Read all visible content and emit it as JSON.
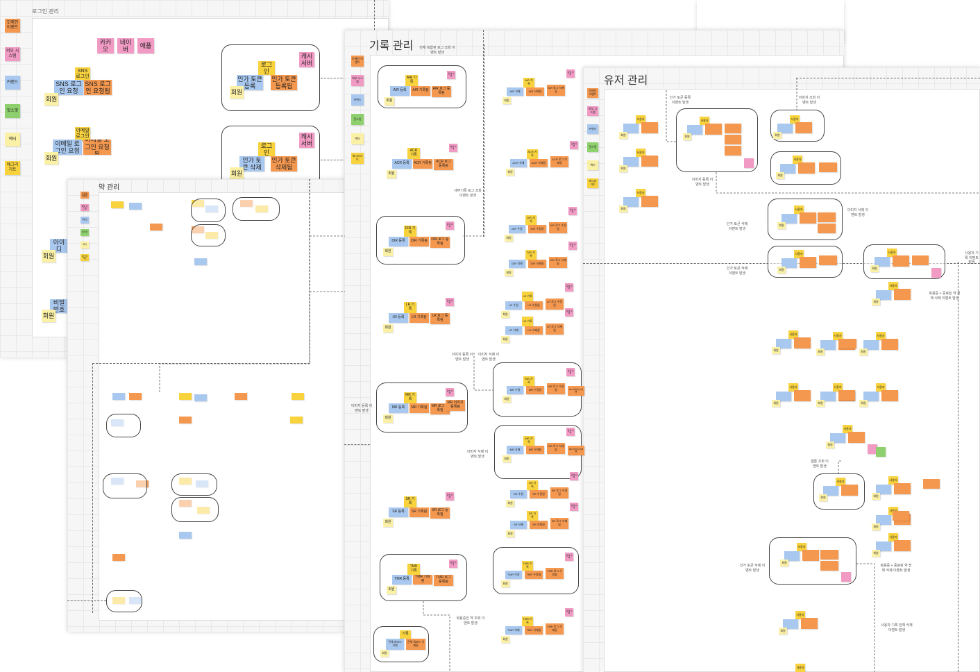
{
  "legend": {
    "domain_event": "도메인 이벤트",
    "external_system": "외부 시스템",
    "command": "커맨드",
    "hotspot": "핫스팟",
    "actor": "액터",
    "aggregate": "애그리거트"
  },
  "colors": {
    "domain_event": "#f5984f",
    "command": "#a9c8ef",
    "aggregate": "#f8d33e",
    "actor": "#fbf1a6",
    "external_system": "#f19ac4",
    "hotspot": "#8fd06e"
  },
  "boards": {
    "login": {
      "title": "로그인 관리",
      "providers": [
        "카카오",
        "네이버",
        "애플"
      ],
      "sns_aggregate": "SNS 로그인",
      "sns_command": "SNS 로그인 요청",
      "sns_event": "SNS 로그인 요청됨",
      "email_aggregate": "이메일 로그인",
      "email_command": "이메일 로그인 요청",
      "email_event": "이메일 로그인 요청됨",
      "member": "회원",
      "login_aggregate": "로그인",
      "token_register": "인가 토큰 등록",
      "token_registered": "인가 토큰 등록됨",
      "token_delete": "인가 토큰 삭제",
      "token_deleted": "인가 토큰 삭제됨",
      "cache_server": "캐시 서버",
      "id_command": "아이디",
      "pw_command": "비밀번호"
    },
    "drug": {
      "title": "약 관리"
    },
    "records": {
      "title": "기록 관리",
      "member": "회원",
      "search_server": "검색 서버",
      "air": {
        "aggregate": "AIR 기록",
        "register": "AIR 등록",
        "registered": "AIR 기록됨",
        "log_registered": "AIR 로그 등록됨",
        "delete": "AIR 삭제",
        "deleted": "AIR 삭제됨",
        "log_deleted": "AIR 로그 삭제됨"
      },
      "acr": {
        "aggregate": "ACR 기록",
        "register": "ACR 등록",
        "registered": "ACR 기록됨",
        "log_registered": "ACR 로그 등록됨",
        "delete": "ACR 삭제",
        "deleted": "ACR 삭제됨",
        "log_deleted": "ACR 로그 삭제됨"
      },
      "dir": {
        "aggregate": "DIR 기록",
        "register": "DIR 등록",
        "registered": "DIR 기록됨",
        "log_registered": "DIR 로그 등록됨",
        "modify": "DIR 수정",
        "modified": "DIR 수정됨",
        "log_modified": "DIR 로그 수정됨",
        "delete": "DIR 삭제",
        "deleted": "DIR 삭제됨",
        "log_deleted": "DIR 로그 삭제됨"
      },
      "lr": {
        "aggregate": "LR 기록",
        "register": "LR 등록",
        "registered": "LR 기록됨",
        "log_registered": "LR 로그 등록됨",
        "modify": "LR 수정",
        "modified": "LR 수정됨",
        "log_modified": "LR 로그 수정됨",
        "delete": "LR 삭제",
        "deleted": "LR 삭제됨",
        "log_deleted": "LR 로그 삭제됨"
      },
      "mr": {
        "aggregate": "MR 기록",
        "register": "MR 등록",
        "registered": "MR 기록됨",
        "log_registered": "MR 로그 등록됨",
        "image_registered": "MR 이미지 등록됨",
        "modify": "MR 수정",
        "modified": "MR 수정됨",
        "log_modified": "MR 로그 수정됨",
        "image_modified": "MR 이미지 수정됨",
        "delete": "MR 삭제",
        "deleted": "MR 삭제됨",
        "log_deleted": "MR 로그 삭제됨",
        "image_deleted": "MR 이미지 삭제됨"
      },
      "sr": {
        "aggregate": "SR 기록",
        "register": "SR 등록",
        "registered": "SR 기록됨",
        "log_registered": "SR 로그 등록됨",
        "modify": "SR 수정",
        "modified": "SR 수정됨",
        "log_modified": "SR 로그 수정됨",
        "delete": "SR 삭제",
        "deleted": "SR 삭제됨",
        "log_deleted": "SR 로그 삭제됨"
      },
      "tmr": {
        "aggregate": "TMR 기록",
        "register": "TMR 등록",
        "registered": "TMR 기록됨",
        "log_registered": "TMR 로그 등록됨",
        "modify": "TMR 수정",
        "modified": "TMR 수정됨",
        "log_modified": "TMR 로그 수정됨",
        "delete": "TMR 삭제",
        "deleted": "TMR 삭제됨",
        "log_deleted": "TMR 로그 삭제됨"
      },
      "bulk": {
        "aggregate": "기록",
        "delete": "전체 레코드 삭제",
        "deleted": "전체 레코드 삭제됨"
      },
      "notes": {
        "all_log": "전체 복합된 로그 조회 이벤트 발생",
        "detail_log": "세부기록 로그 조회 이벤트 발생",
        "image_register": "이미지 등록 이벤트 발생",
        "image_delete": "이미지 삭제 이벤트 발생",
        "image_register2": "이미지 등록 이벤트 발생",
        "image_delete2": "이미지 삭제 이벤트 발생",
        "restore_drug": "복용중인 약 조회 이벤트 발생"
      }
    },
    "users": {
      "title": "유저 관리",
      "user": "사용자",
      "member": "회원",
      "notes": {
        "token_register": "인가 토큰 등록 이벤트 발생",
        "image_lookup": "이미지 조회 이벤트 발생",
        "image_register": "이미지 등록 이벤트 발생",
        "token_delete": "인가 토큰 삭제 이벤트 발생",
        "image_delete": "이미지 삭제 이벤트 발생",
        "token_delete2": "인가 토큰 삭제 이벤트 발생",
        "user_record": "사용자 기록 이벤트 발생",
        "restore_delete": "복용중 + 중료된 약 전체 삭제 이벤트 발생",
        "pill_lookup": "웹툰 조회 이벤트 발생",
        "token_delete3": "인가 토큰 삭제 이벤트 발생",
        "restore_delete2": "복용중 + 중료된 약 전체 삭제 이벤트 발생",
        "user_record_delete": "사용자 기록 전체 삭제 이벤트 발생"
      }
    }
  }
}
